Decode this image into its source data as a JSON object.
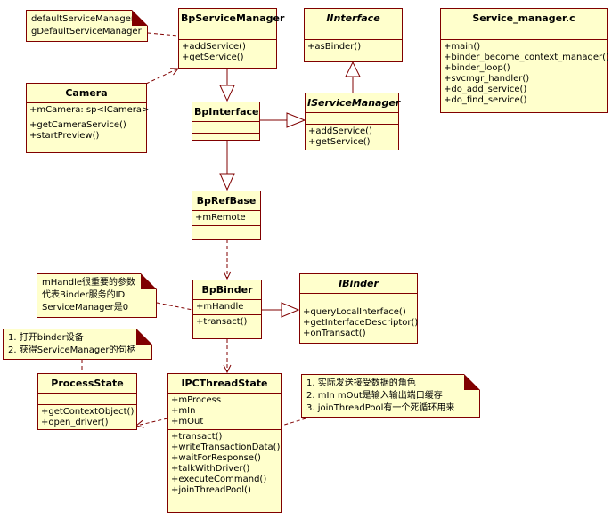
{
  "classes": {
    "bp_service_manager": {
      "name": "BpServiceManager",
      "attributes": [],
      "methods": [
        "+addService()",
        "+getService()"
      ]
    },
    "iinterface": {
      "name": "IInterface",
      "attributes": [],
      "methods": [
        "+asBinder()"
      ]
    },
    "service_manager_c": {
      "name": "Service_manager.c",
      "attributes": [],
      "methods": [
        "+main()",
        "+binder_become_context_manager()",
        "+binder_loop()",
        "+svcmgr_handler()",
        "+do_add_service()",
        "+do_find_service()"
      ]
    },
    "camera": {
      "name": "Camera",
      "attributes": [
        "+mCamera: sp<ICamera>"
      ],
      "methods": [
        "+getCameraService()",
        "+startPreview()"
      ]
    },
    "bp_interface": {
      "name": "BpInterface",
      "attributes": [],
      "methods": []
    },
    "iservice_manager": {
      "name": "IServiceManager",
      "attributes": [],
      "methods": [
        "+addService()",
        "+getService()"
      ]
    },
    "bp_ref_base": {
      "name": "BpRefBase",
      "attributes": [
        "+mRemote"
      ],
      "methods": []
    },
    "bp_binder": {
      "name": "BpBinder",
      "attributes": [
        "+mHandle"
      ],
      "methods": [
        "+transact()"
      ]
    },
    "ibinder": {
      "name": "IBinder",
      "attributes": [],
      "methods": [
        "+queryLocalInterface()",
        "+getInterfaceDescriptor()",
        "+onTransact()"
      ]
    },
    "process_state": {
      "name": "ProcessState",
      "attributes": [],
      "methods": [
        "+getContextObject()",
        "+open_driver()"
      ]
    },
    "ipc_thread_state": {
      "name": "IPCThreadState",
      "attributes": [
        "+mProcess",
        "+mIn",
        "+mOut"
      ],
      "methods": [
        "+transact()",
        "+writeTransactionData()",
        "+waitForResponse()",
        "+talkWithDriver()",
        "+executeCommand()",
        "+joinThreadPool()"
      ]
    }
  },
  "notes": {
    "default_service_manager": [
      "defaultServiceManager",
      "gDefaultServiceManager"
    ],
    "mhandle": [
      "mHandle很重要的参数",
      "代表Binder服务的ID",
      "ServiceManager是0"
    ],
    "process_state_note": [
      "1. 打开binder设备",
      "2. 获得ServiceManager的句柄"
    ],
    "ipc_note": [
      "1. 实际发送接受数据的角色",
      "2. mIn mOut是输入输出端口缓存",
      "3. joinThreadPool有一个死循环用来"
    ]
  },
  "colors": {
    "fill": "#ffffcc",
    "border": "#800000"
  }
}
